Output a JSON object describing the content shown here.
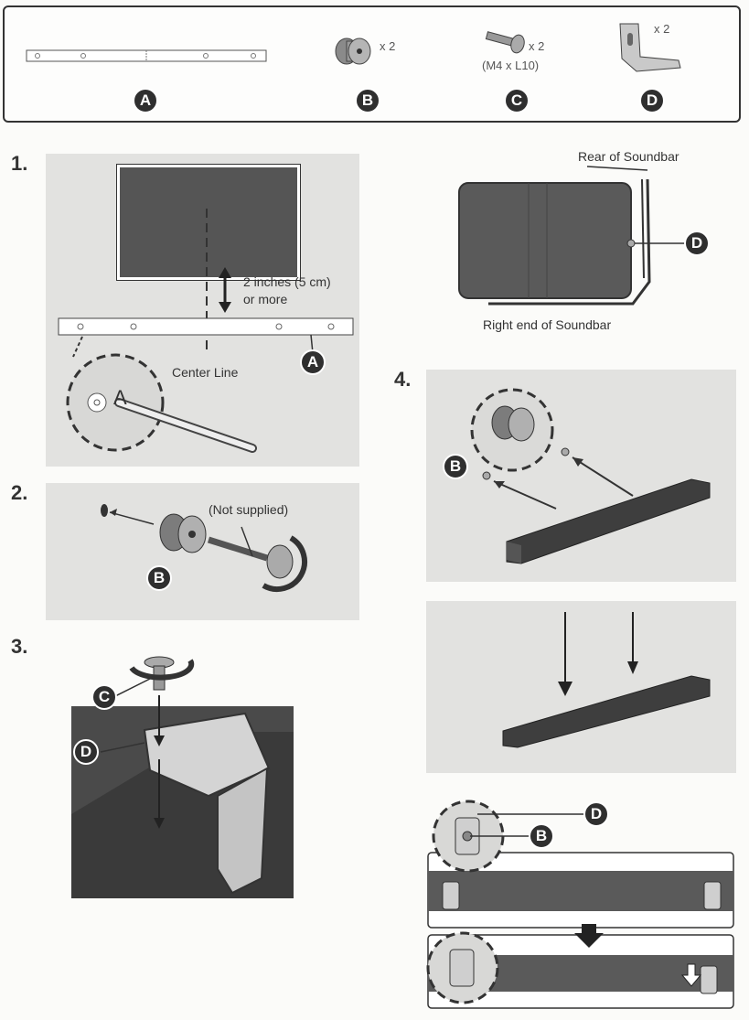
{
  "parts": {
    "a": {
      "letter": "A"
    },
    "b": {
      "letter": "B",
      "qty": "x 2"
    },
    "c": {
      "letter": "C",
      "qty": "x 2",
      "spec": "(M4 x L10)"
    },
    "d": {
      "letter": "D",
      "qty": "x 2"
    }
  },
  "steps": {
    "s1": {
      "number": "1.",
      "distance_label_line1": "2 inches (5 cm)",
      "distance_label_line2": "or more",
      "center_line_label": "Center Line",
      "callout_a": "A",
      "zoom_letter": "A"
    },
    "s2": {
      "number": "2.",
      "not_supplied_label": "(Not supplied)",
      "callout_b": "B"
    },
    "s3": {
      "number": "3.",
      "callout_c": "C",
      "callout_d": "D"
    },
    "side_view": {
      "rear_label": "Rear of Soundbar",
      "right_end_label": "Right end of Soundbar",
      "callout_d": "D"
    },
    "s4": {
      "number": "4.",
      "callout_b": "B",
      "callout_d": "D",
      "callout_b2": "B"
    }
  }
}
